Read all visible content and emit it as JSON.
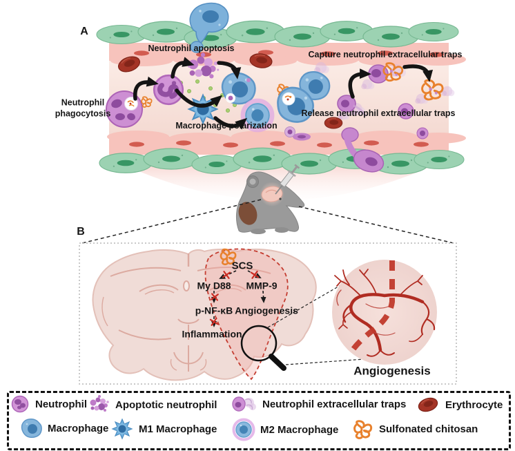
{
  "panelA": {
    "label": "A",
    "annotations": {
      "neutrophil_apoptosis": "Neutrophil apoptosis",
      "capture_nets": "Capture neutrophil extracellular traps",
      "phagocytosis_line1": "Neutrophil",
      "phagocytosis_line2": "phagocytosis",
      "macrophage_polarization": "Macrophage polarization",
      "release_nets": "Release neutrophil extracellular traps"
    }
  },
  "panelB": {
    "label": "B",
    "nodes": {
      "scs": "SCS",
      "myd88": "My D88",
      "mmp9": "MMP-9",
      "pnfkb": "p-NF-κB",
      "angiogenesis": "Angiogenesis",
      "inflammation": "Inflammation"
    },
    "inset_label": "Angiogenesis"
  },
  "legend": {
    "items": [
      {
        "icon": "neutrophil-icon",
        "label": "Neutrophil"
      },
      {
        "icon": "apoptotic-neutrophil-icon",
        "label": "Apoptotic neutrophil"
      },
      {
        "icon": "neutrophil-extracellular-traps-icon",
        "label": "Neutrophil extracellular traps"
      },
      {
        "icon": "erythrocyte-icon",
        "label": "Erythrocyte"
      },
      {
        "icon": "macrophage-icon",
        "label": "Macrophage"
      },
      {
        "icon": "m1-macrophage-icon",
        "label": "M1 Macrophage"
      },
      {
        "icon": "m2-macrophage-icon",
        "label": "M2 Macrophage"
      },
      {
        "icon": "sulfonated-chitosan-icon",
        "label": "Sulfonated chitosan"
      }
    ]
  },
  "colors": {
    "endothelium_green": "#9cd2b2",
    "endothelium_nucleus": "#2e8f5b",
    "vessel_wall_pink": "#f7c3bc",
    "wall_nucleus_red": "#d0564a",
    "lumen_pink": "#f8e6df",
    "erythrocyte_red": "#a43426",
    "neutrophil_purple": "#d295d7",
    "neutrophil_nucleus": "#8e4b9e",
    "macrophage_blue": "#85b5db",
    "macrophage_nucleus": "#3f7cb0",
    "m2_halo_purple": "#dfa8e3",
    "chitosan_orange": "#e8812d",
    "brain_pink": "#f0dcd7",
    "brain_lines": "#dcaaa0",
    "lesion_outline_red": "#c43c30",
    "arrow_black": "#141414"
  }
}
